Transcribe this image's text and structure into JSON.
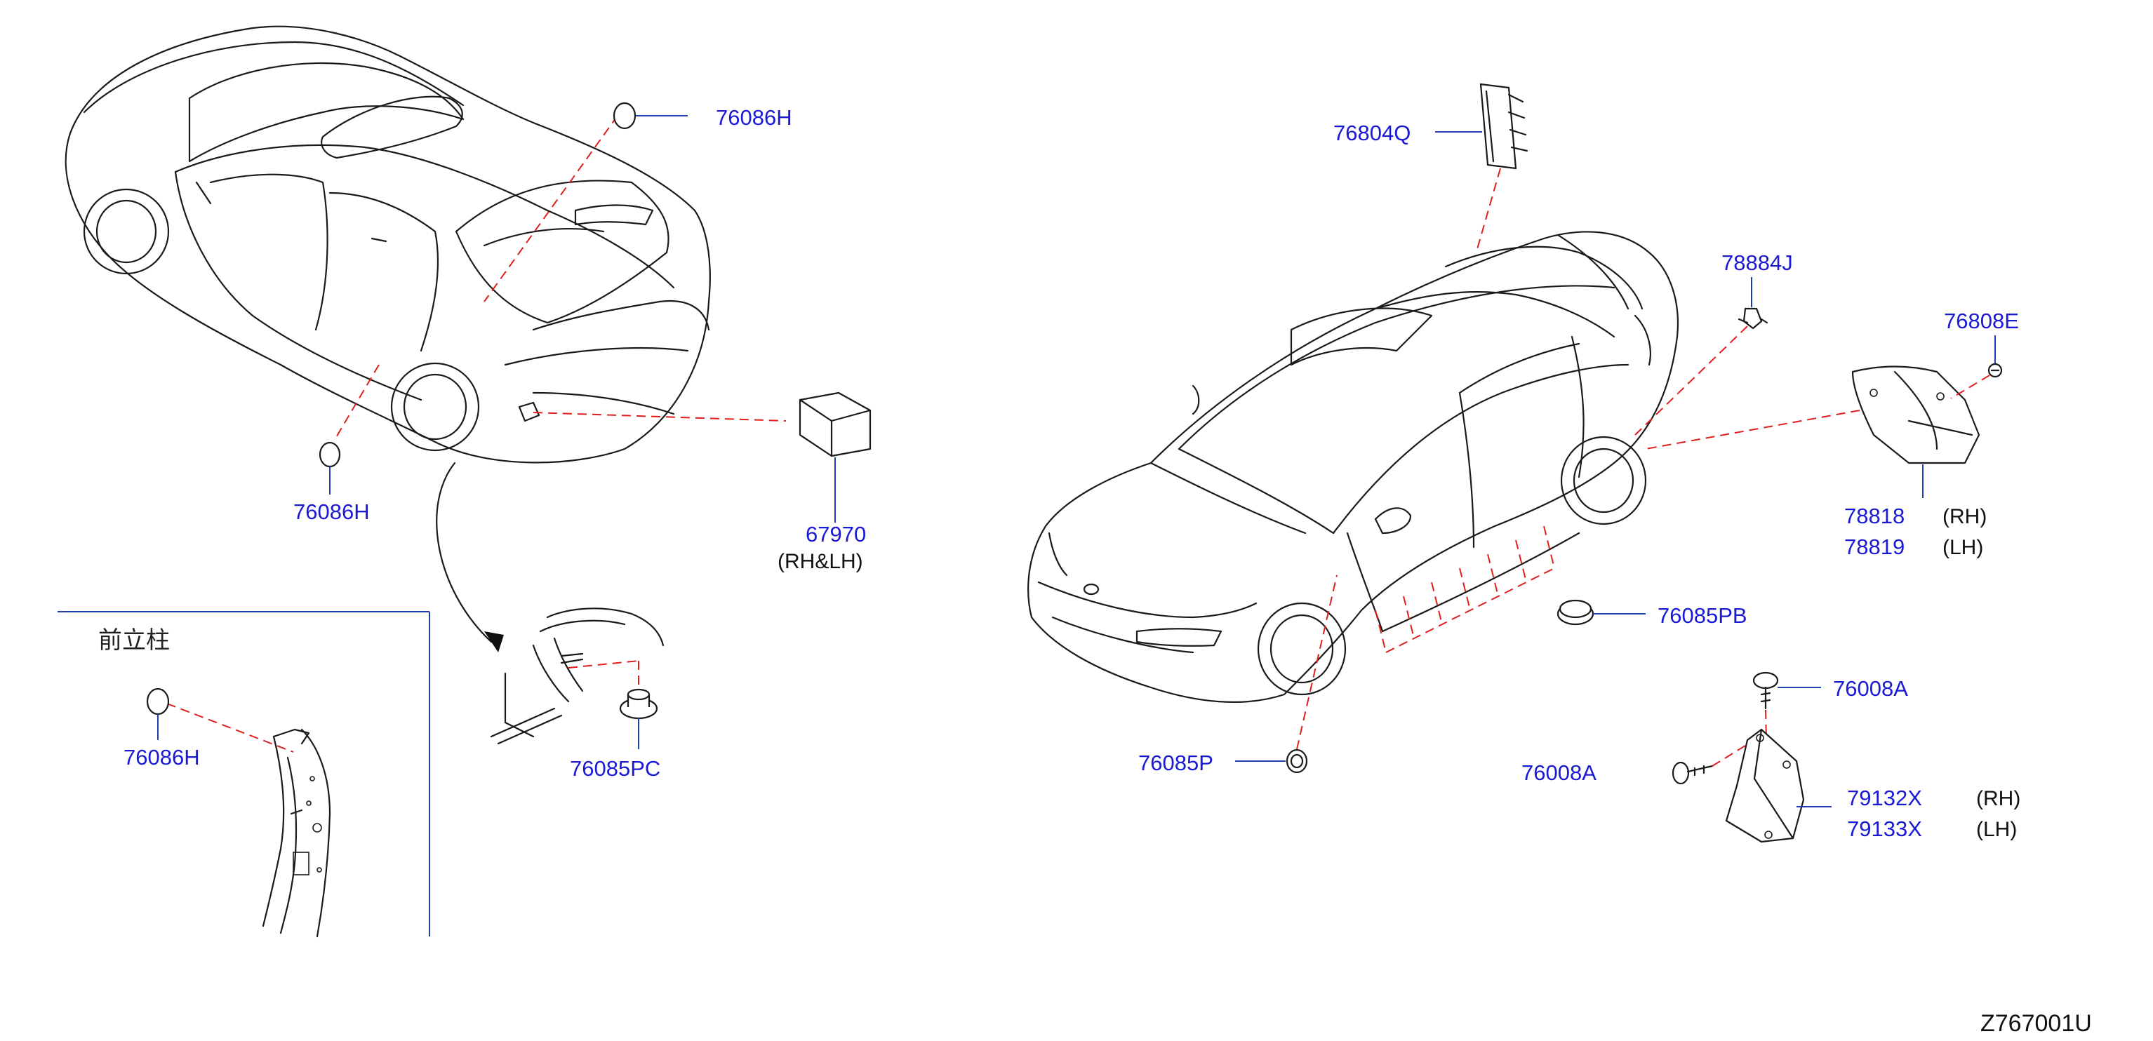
{
  "inset": {
    "title": "前立柱"
  },
  "parts": [
    {
      "number": "76086H",
      "qualifier": ""
    },
    {
      "number": "76086H",
      "qualifier": ""
    },
    {
      "number": "67970",
      "qualifier": "(RH&LH)"
    },
    {
      "number": "76085PC",
      "qualifier": ""
    },
    {
      "number": "76086H",
      "qualifier": ""
    },
    {
      "number": "76804Q",
      "qualifier": ""
    },
    {
      "number": "78884J",
      "qualifier": ""
    },
    {
      "number": "76808E",
      "qualifier": ""
    },
    {
      "number": "78818",
      "qualifier": "(RH)"
    },
    {
      "number": "78819",
      "qualifier": "(LH)"
    },
    {
      "number": "76085PB",
      "qualifier": ""
    },
    {
      "number": "76008A",
      "qualifier": ""
    },
    {
      "number": "76008A",
      "qualifier": ""
    },
    {
      "number": "79132X",
      "qualifier": "(RH)"
    },
    {
      "number": "79133X",
      "qualifier": "(LH)"
    },
    {
      "number": "76085P",
      "qualifier": ""
    }
  ],
  "diagram_code": "Z767001U"
}
